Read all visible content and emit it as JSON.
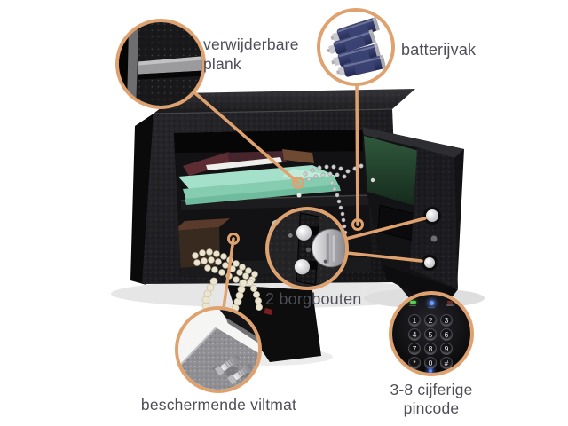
{
  "colors": {
    "accent_ring": "#dfa26e",
    "label_text": "#4e4f56",
    "mint_folder": "#9adcc4",
    "door_felt_green": "#2c5038",
    "battery_navy": "#2b3057",
    "led_green": "#57d24f",
    "led_blue": "#5b8cff"
  },
  "callouts": {
    "removable_shelf": {
      "label": "verwijderbare plank"
    },
    "battery_compartment": {
      "label": "batterijvak"
    },
    "locking_bolts": {
      "label": "2 borgbouten"
    },
    "protective_felt_mat": {
      "label": "beschermende viltmat"
    },
    "pincode": {
      "label": "3-8 cijferige pincode"
    }
  },
  "keypad": {
    "keys": [
      "1",
      "2",
      "3",
      "4",
      "5",
      "6",
      "7",
      "8",
      "9",
      "*",
      "0",
      "#"
    ]
  }
}
